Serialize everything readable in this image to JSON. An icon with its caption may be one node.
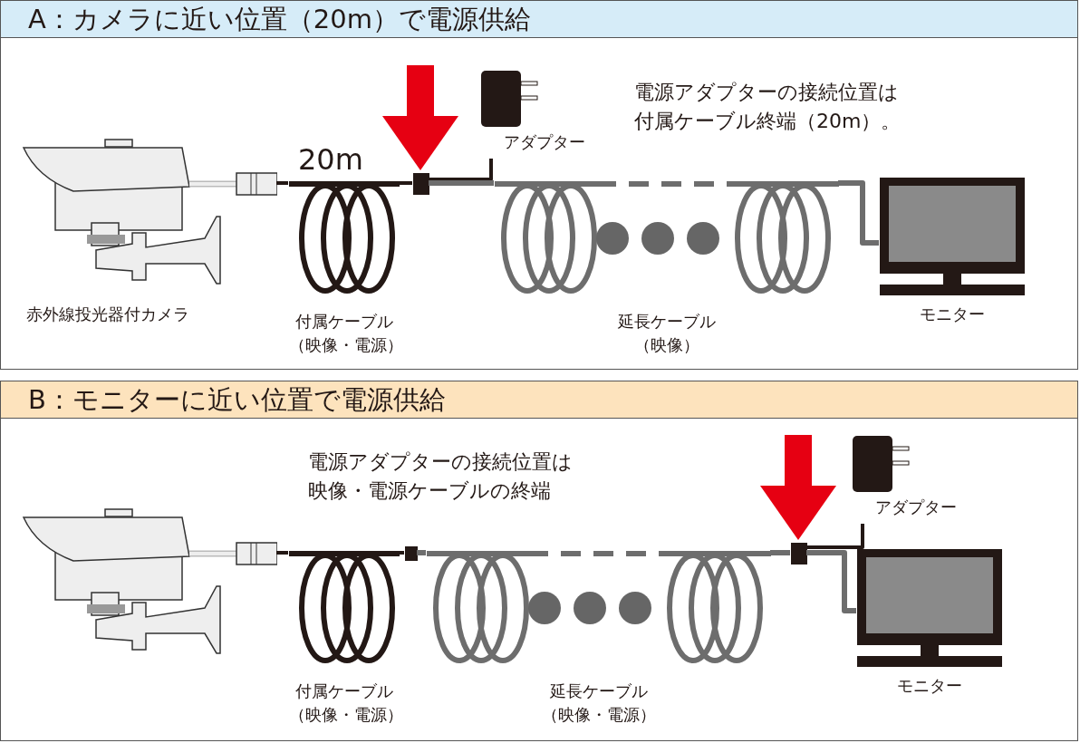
{
  "diagram": {
    "nodes": [
      {
        "text": [
          "A：カメラに近い位置（20m）で電源供給"
        ]
      },
      {
        "text": [
          "赤外線投光器付カメラ"
        ],
        "in": 0
      },
      {
        "text": [
          "付属ケーブル",
          "（映像・電源）"
        ],
        "in": 0,
        "beside": [
          "20m"
        ]
      },
      {
        "text": [],
        "shape": "box",
        "in": 0
      },
      {
        "text": [
          "アダプター"
        ],
        "in": 0
      },
      {
        "text": [
          "延長ケーブル",
          "（映像）"
        ],
        "in": 0
      },
      {
        "text": [
          "モニター"
        ],
        "in": 0
      },
      {
        "text": [
          "B：モニターに近い位置で電源供給"
        ]
      },
      {
        "text": [],
        "shape": "picture",
        "in": 7
      },
      {
        "text": [
          "付属ケーブル",
          "（映像・電源）"
        ],
        "in": 7
      },
      {
        "text": [],
        "shape": "box",
        "in": 7
      },
      {
        "text": [
          "延長ケーブル",
          "（映像・電源）"
        ],
        "in": 7
      },
      {
        "text": [],
        "shape": "box",
        "in": 7
      },
      {
        "text": [
          "アダプター"
        ],
        "in": 7
      },
      {
        "text": [
          "モニター"
        ],
        "in": 7
      }
    ],
    "edges": [
      {
        "from": 1,
        "to": 2,
        "arrow": "none"
      },
      {
        "from": 2,
        "to": 3,
        "arrow": "none"
      },
      {
        "from": 4,
        "to": 3,
        "arrow": "none"
      },
      {
        "from": 3,
        "to": 5,
        "arrow": "none",
        "color": "#6d6d6d"
      },
      {
        "from": 5,
        "to": 6,
        "arrow": "none",
        "color": "#6d6d6d"
      },
      {
        "from": null,
        "to": 3,
        "arrow": "to",
        "style": "thick",
        "color": "#e60012"
      },
      {
        "from": 8,
        "to": 9,
        "arrow": "none"
      },
      {
        "from": 9,
        "to": 10,
        "arrow": "none"
      },
      {
        "from": 10,
        "to": 11,
        "arrow": "none",
        "color": "#6d6d6d"
      },
      {
        "from": 11,
        "to": 12,
        "arrow": "none",
        "color": "#6d6d6d"
      },
      {
        "from": 13,
        "to": 12,
        "arrow": "none"
      },
      {
        "from": 12,
        "to": 14,
        "arrow": "none",
        "color": "#6d6d6d"
      },
      {
        "from": null,
        "to": 12,
        "arrow": "to",
        "style": "thick",
        "color": "#e60012"
      }
    ],
    "labels": [
      "電源アダプターの接続位置は付属ケーブル終端（20m）。",
      "電源アダプターの接続位置は映像・電源ケーブルの終端"
    ]
  }
}
